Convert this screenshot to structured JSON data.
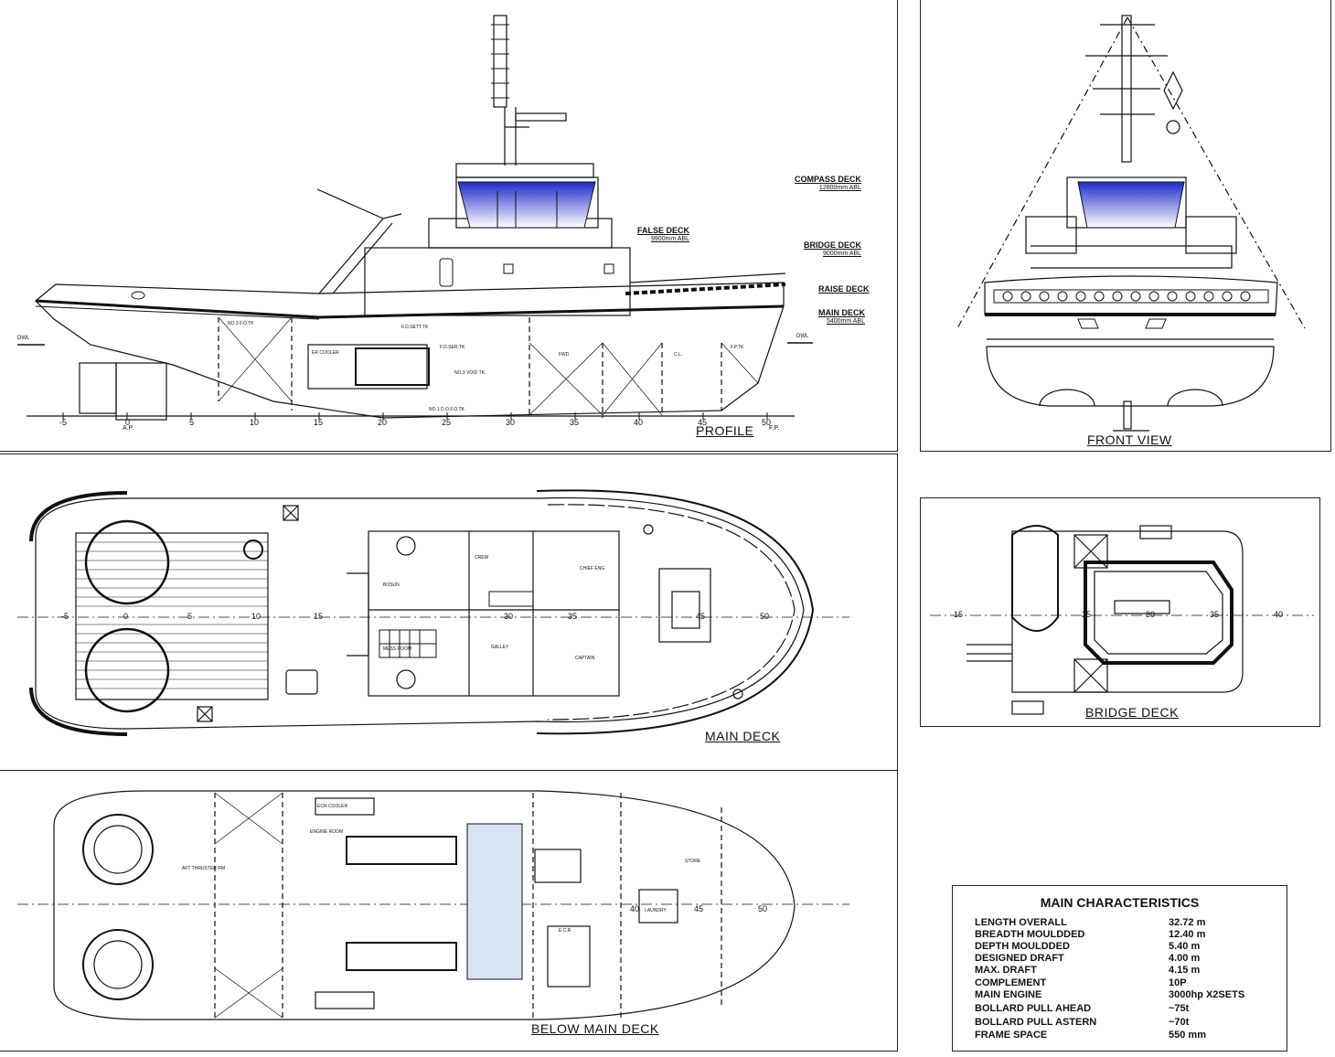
{
  "views": {
    "profile": "PROFILE",
    "front": "FRONT  VIEW",
    "main_deck": "MAIN  DECK",
    "bridge_deck": "BRIDGE  DECK",
    "below_main_deck": "BELOW  MAIN  DECK"
  },
  "decks": [
    {
      "name": "COMPASS DECK",
      "height": "12800mm ABL"
    },
    {
      "name": "FALSE DECK",
      "height": "9900mm ABL"
    },
    {
      "name": "BRIDGE DECK",
      "height": "9000mm ABL"
    },
    {
      "name": "RAISE DECK",
      "height": ""
    },
    {
      "name": "MAIN DECK",
      "height": "5400mm ABL"
    }
  ],
  "profile_frames": [
    "-5",
    "0",
    "5",
    "10",
    "15",
    "20",
    "25",
    "30",
    "35",
    "40",
    "45",
    "50"
  ],
  "profile_marks": {
    "ap": "A.P.",
    "fp": "F.P.",
    "dwl": "DWL"
  },
  "main_deck_frames": [
    "-5",
    "0",
    "5",
    "10",
    "15",
    "30",
    "35",
    "45",
    "50"
  ],
  "bridge_frames": [
    "15",
    "25",
    "30",
    "35",
    "40"
  ],
  "below_frames": [
    "40",
    "45",
    "50"
  ],
  "profile_rooms": [
    "ER COOLER",
    "F.O.SER.TK",
    "F.O.SETT.TK",
    "NO.3 VOID TK.",
    "FWD",
    "C.L.",
    "F.P.TK",
    "NO.1 D.O.F.O.TK",
    "NO.3 F.O.TK"
  ],
  "main_rooms": [
    "GALLEY",
    "MESS ROOM",
    "CHIEF ENG",
    "CAPTAIN",
    "CREW",
    "BOSUN"
  ],
  "below_rooms": [
    "ENGINE ROOM",
    "AFT THRUSTER RM",
    "ECR COOLER",
    "LAUNDRY",
    "STORE",
    "E.C.R"
  ],
  "specs": {
    "title": "MAIN CHARACTERISTICS",
    "rows": [
      {
        "label": "LENGTH OVERALL",
        "value": "32.72 m"
      },
      {
        "label": "BREADTH MOULDDED",
        "value": "12.40 m"
      },
      {
        "label": "DEPTH MOULDDED",
        "value": "5.40 m"
      },
      {
        "label": "DESIGNED DRAFT",
        "value": "4.00 m"
      },
      {
        "label": "MAX. DRAFT",
        "value": "4.15 m"
      },
      {
        "label": "COMPLEMENT",
        "value": "10P"
      },
      {
        "label": "MAIN ENGINE",
        "value": "3000hp X2SETS"
      },
      {
        "label": "BOLLARD PULL AHEAD",
        "value": "~75t"
      },
      {
        "label": "BOLLARD PULL ASTERN",
        "value": "~70t"
      },
      {
        "label": "FRAME SPACE",
        "value": "550 mm"
      }
    ]
  }
}
